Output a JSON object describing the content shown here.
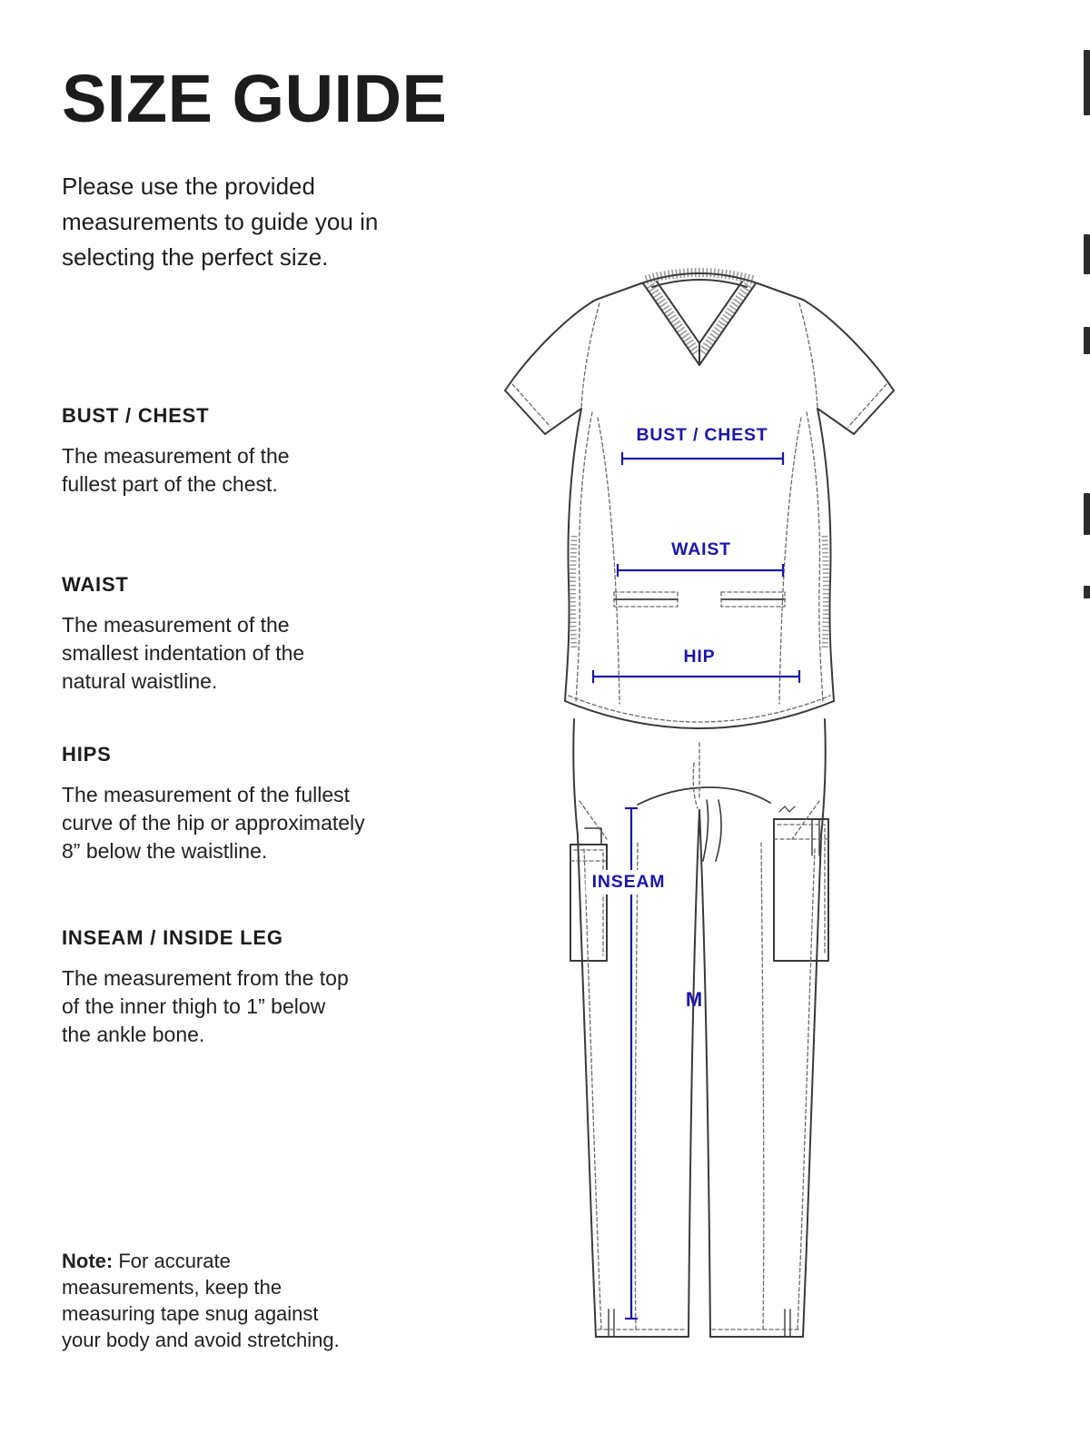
{
  "page": {
    "title": "SIZE GUIDE",
    "intro_lines": [
      "Please use the provided",
      "measurements to guide you in",
      "selecting the perfect size."
    ]
  },
  "sections": [
    {
      "heading": "BUST / CHEST",
      "body_lines": [
        "The measurement of the",
        "fullest part of the chest."
      ]
    },
    {
      "heading": "WAIST",
      "body_lines": [
        "The measurement of the",
        "smallest indentation of the",
        "natural waistline."
      ]
    },
    {
      "heading": "HIPS",
      "body_lines": [
        "The measurement of the fullest",
        "curve of the hip or approximately",
        "8” below the waistline."
      ]
    },
    {
      "heading": "INSEAM / INSIDE LEG",
      "body_lines": [
        "The measurement from the top",
        "of the inner thigh to 1” below",
        "the ankle bone."
      ]
    }
  ],
  "note": {
    "label": "Note:",
    "first_line_rest": "For accurate",
    "lines": [
      "measurements, keep the",
      "measuring tape snug against",
      "your body and avoid stretching."
    ]
  },
  "diagram": {
    "labels": {
      "bust": "BUST / CHEST",
      "waist": "WAIST",
      "hip": "HIP",
      "inseam": "INSEAM",
      "size_marker": "M"
    },
    "colors": {
      "measurement_blue": "#1b16ad",
      "outline_gray": "#3a3a3a",
      "stitch_gray": "#6a6a6a"
    }
  }
}
